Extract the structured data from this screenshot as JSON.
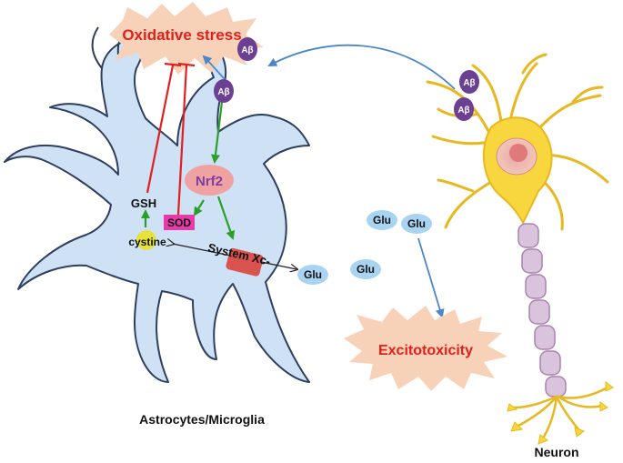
{
  "labels": {
    "oxidative_stress": "Oxidative stress",
    "abeta": "Aβ",
    "nrf2": "Nrf2",
    "gsh": "GSH",
    "sod": "SOD",
    "cystine": "cystine",
    "system_xc": "System Xc-",
    "glu": "Glu",
    "excitotoxicity": "Excitotoxicity",
    "astrocytes_microglia": "Astrocytes/Microglia",
    "neuron": "Neuron"
  },
  "colors": {
    "cell_fill": "#cfe1f5",
    "cell_stroke": "#2e3f5e",
    "starburst": "#f8d2b8",
    "oxidative_text": "#e0201b",
    "abeta_fill": "#6b3f91",
    "nrf2_fill": "#f0a2a2",
    "nrf2_text": "#7b3fa0",
    "sod_fill": "#e83aa8",
    "cystine_fill": "#e6e23a",
    "glu_fill": "#a8d4f2",
    "transporter": "#d9534f",
    "inhibit": "#e02020",
    "activate": "#2aa02a",
    "flow_arrow": "#4a86c8",
    "neuron_body": "#f7d63e",
    "axon_segment": "#d9c3dd"
  }
}
